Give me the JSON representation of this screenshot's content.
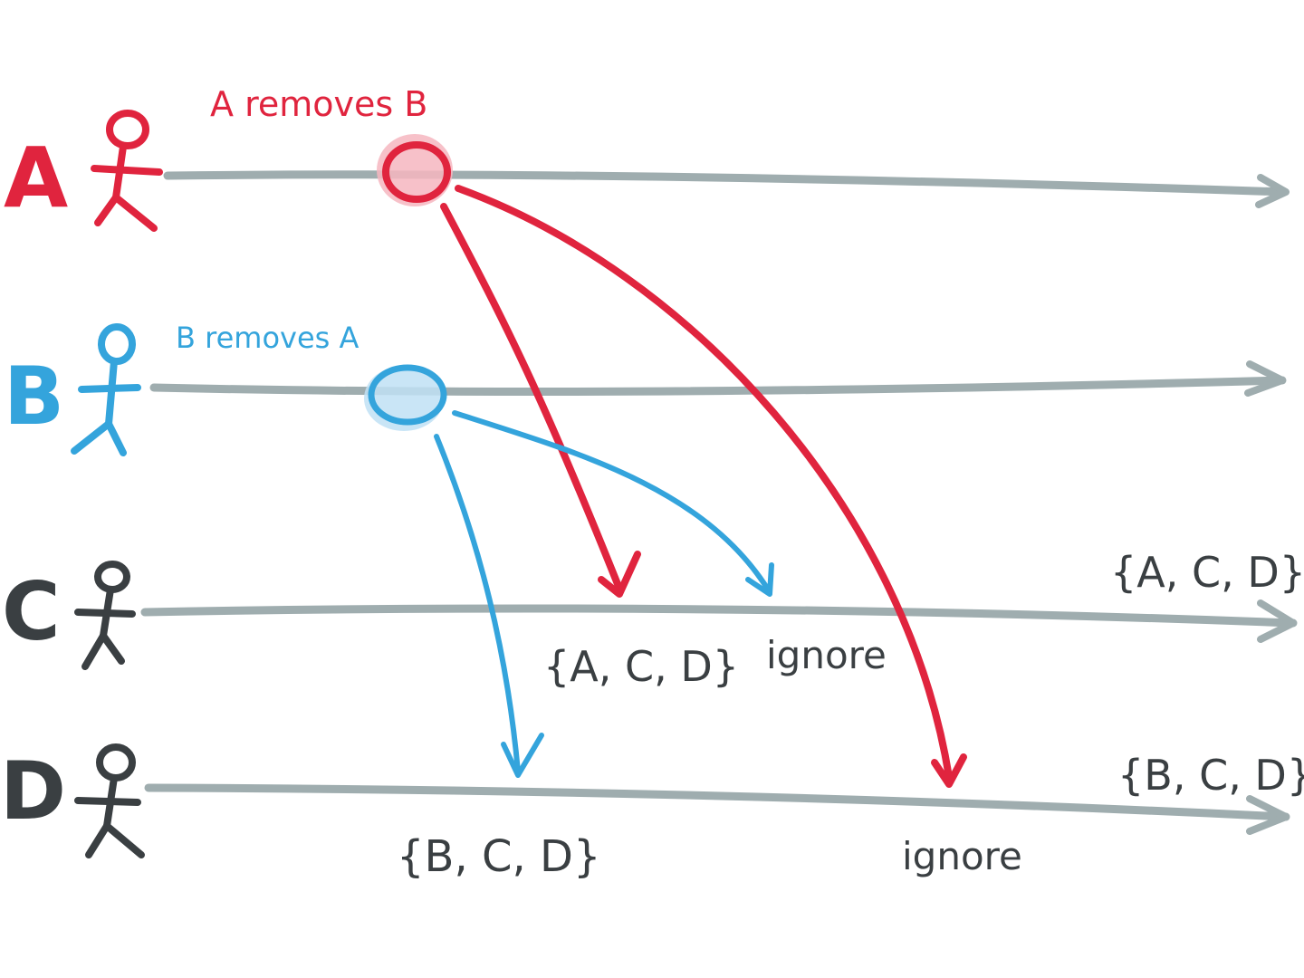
{
  "colors": {
    "red": "#e0243e",
    "blue": "#34a4dc",
    "dark": "#3a3f42",
    "timeline": "#9fadaf",
    "red_fill": "#f6b6c0",
    "blue_fill": "#bfe0f4"
  },
  "actors": [
    {
      "letter": "A",
      "color": "red"
    },
    {
      "letter": "B",
      "color": "blue"
    },
    {
      "letter": "C",
      "color": "dark"
    },
    {
      "letter": "D",
      "color": "dark"
    }
  ],
  "events": {
    "a_removes_b": "A removes B",
    "b_removes_a": "B removes A"
  },
  "labels": {
    "c_receives_a": "{A, C, D}",
    "c_ignore": "ignore",
    "c_final": "{A, C, D}",
    "d_receives_b": "{B, C, D}",
    "d_ignore": "ignore",
    "d_final": "{B, C, D}"
  },
  "icons": {
    "timeline_arrowhead": "arrow-right-icon",
    "actor": "stick-figure-icon",
    "event": "circle-event-icon"
  }
}
